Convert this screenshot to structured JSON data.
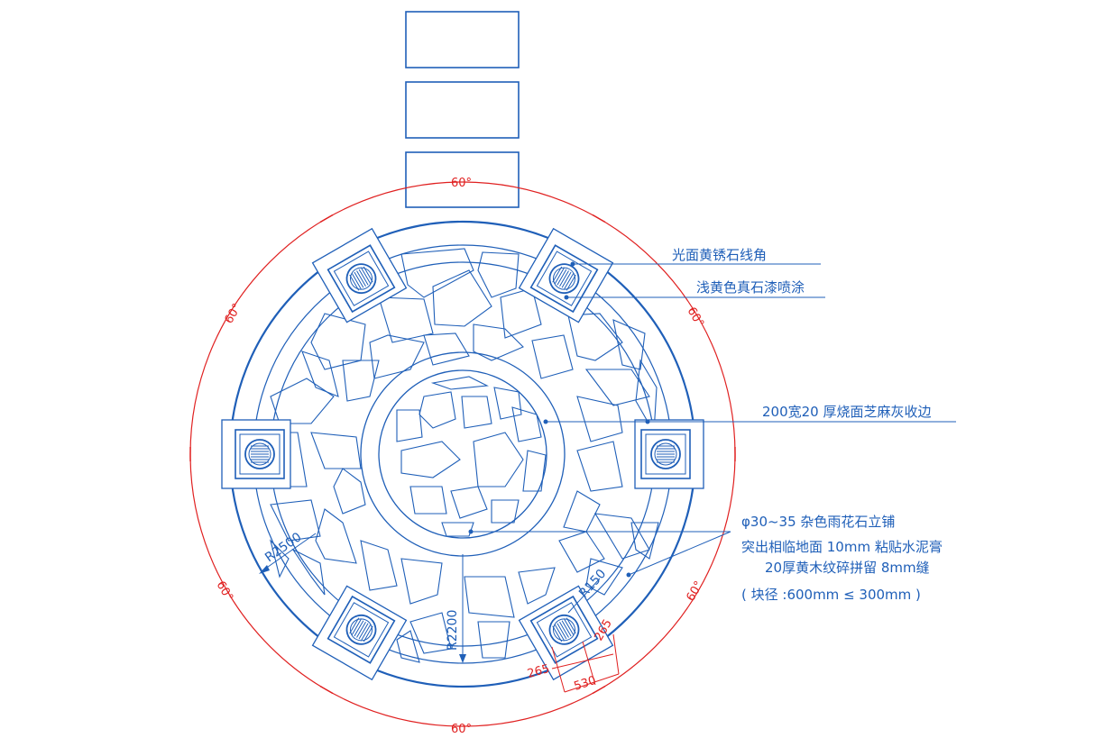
{
  "colors": {
    "linework": "#1f5fb8",
    "dimension": "#e02020",
    "background": "#ffffff"
  },
  "labels": {
    "edge_stone": "光面黄锈石线角",
    "spray_paint": "浅黄色真石漆喷涂",
    "border": "200宽20 厚烧面芝麻灰收边",
    "pebble_1": "φ30~35 杂色雨花石立铺",
    "pebble_2": "突出相临地面 10mm 粘贴水泥膏",
    "wood_1": "20厚黄木纹碎拼留 8mm缝",
    "wood_2": "( 块径 :600mm ≤ 300mm )"
  },
  "dimensions": {
    "angle": "60°",
    "r_outer": "R2500",
    "r_inner": "R2200",
    "r_small": "R150",
    "d_265": "265",
    "d_530": "530"
  }
}
